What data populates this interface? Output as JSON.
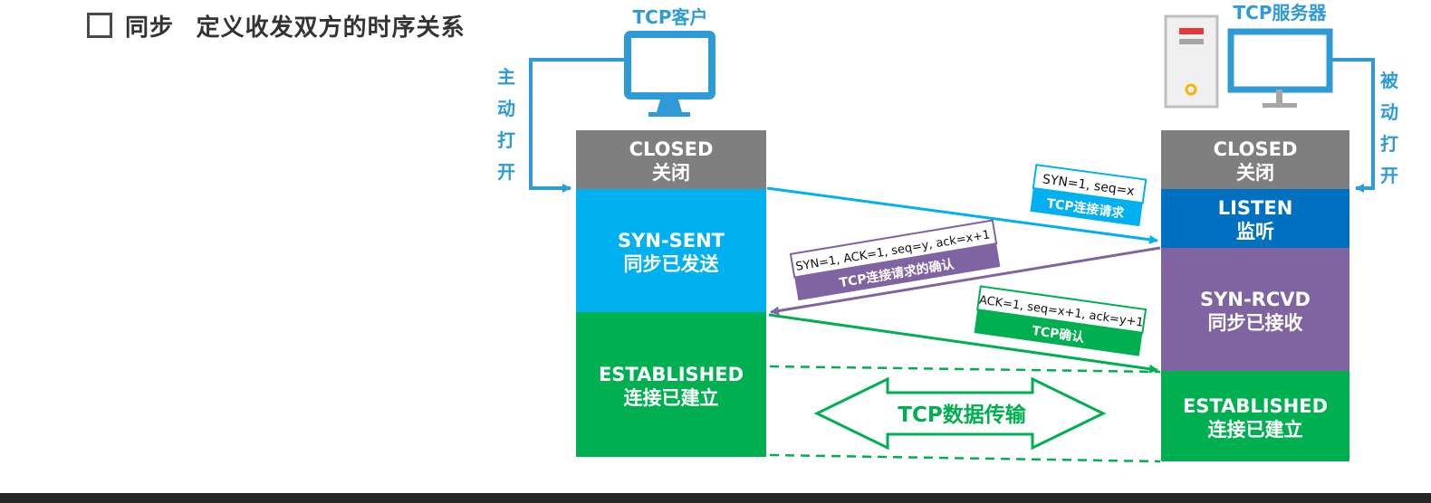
{
  "title": {
    "checkbox": "□",
    "text": "同步   定义收发双方的时序关系"
  },
  "client": {
    "label": "TCP客户",
    "side_text": [
      "主",
      "动",
      "打",
      "开"
    ],
    "states": [
      {
        "en": "CLOSED",
        "zh": "关闭",
        "color": "#7f7f7f"
      },
      {
        "en": "SYN-SENT",
        "zh": "同步已发送",
        "color": "#00b0f0"
      },
      {
        "en": "ESTABLISHED",
        "zh": "连接已建立",
        "color": "#00b050"
      }
    ]
  },
  "server": {
    "label": "TCP服务器",
    "side_text": [
      "被",
      "动",
      "打",
      "开"
    ],
    "states": [
      {
        "en": "CLOSED",
        "zh": "关闭",
        "color": "#7f7f7f"
      },
      {
        "en": "LISTEN",
        "zh": "监听",
        "color": "#0070c0"
      },
      {
        "en": "SYN-RCVD",
        "zh": "同步已接收",
        "color": "#8064a2"
      },
      {
        "en": "ESTABLISHED",
        "zh": "连接已建立",
        "color": "#00b050"
      }
    ]
  },
  "messages": [
    {
      "fields": "SYN=1, seq=x",
      "desc": "TCP连接请求",
      "color": "#00b0f0"
    },
    {
      "fields": "SYN=1,  ACK=1,  seq=y, ack=x+1",
      "desc": "TCP连接请求的确认",
      "color": "#8064a2"
    },
    {
      "fields": "ACK=1,  seq=x+1, ack=y+1",
      "desc": "TCP确认",
      "color": "#00b050"
    }
  ],
  "transfer": {
    "label": "TCP数据传输",
    "color": "#00b050"
  }
}
